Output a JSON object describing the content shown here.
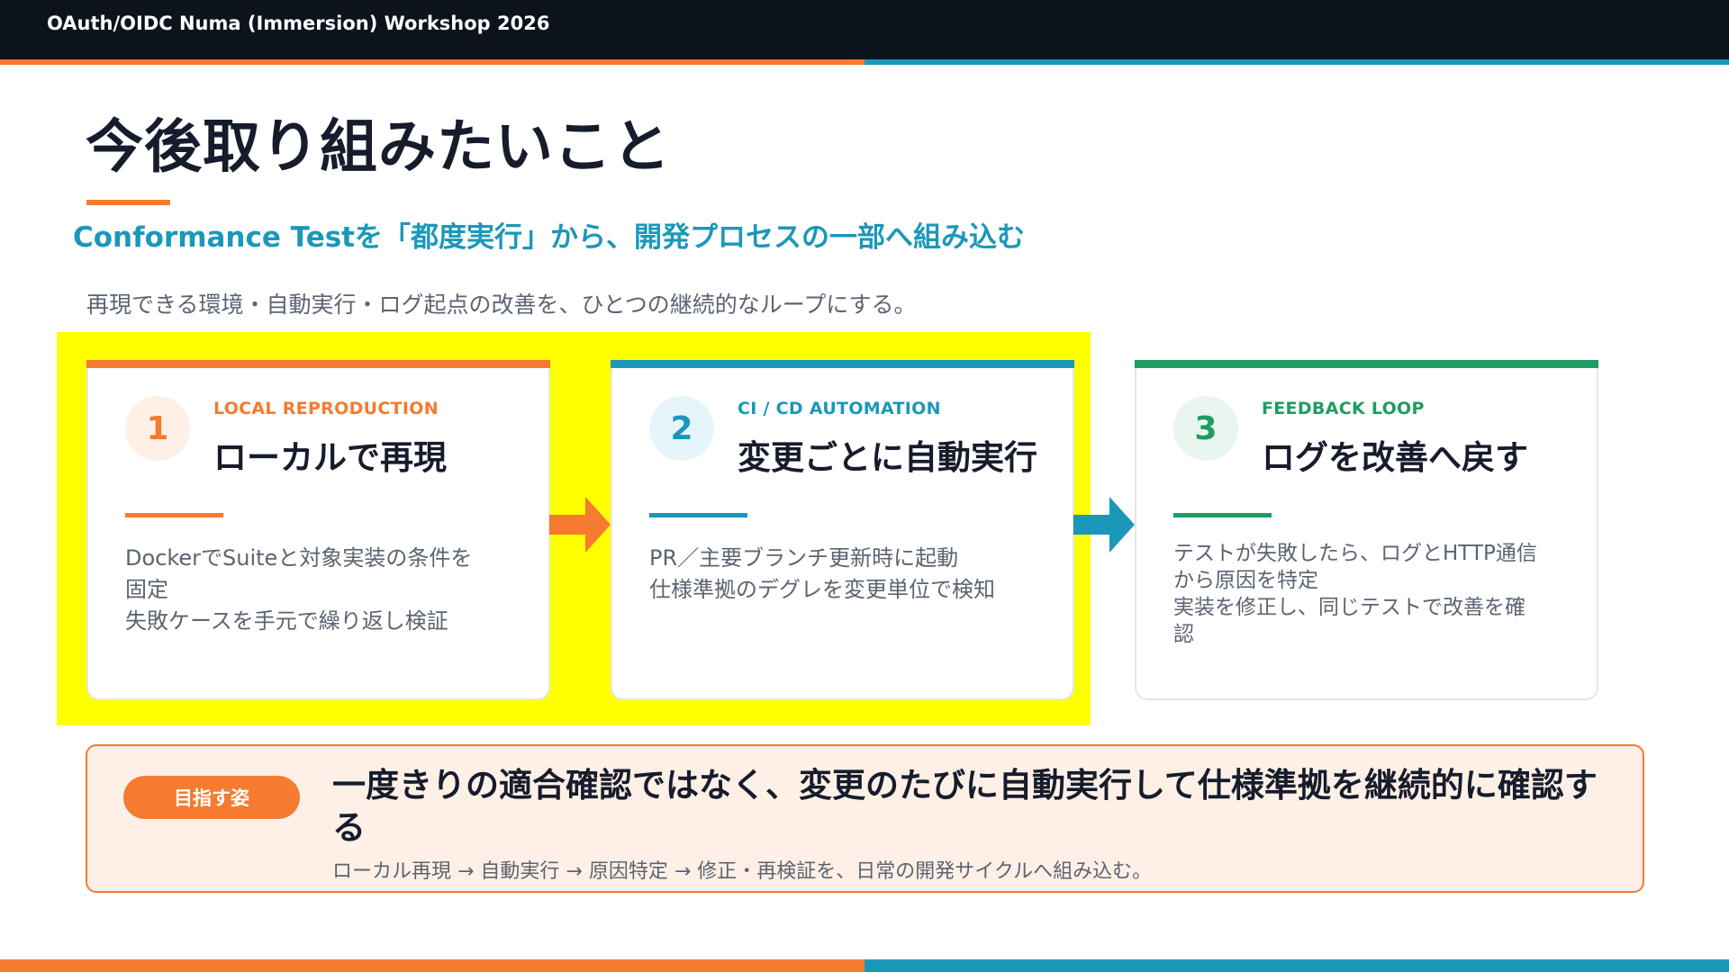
{
  "header": {
    "title": "OAuth/OIDC Numa (Immersion) Workshop 2026"
  },
  "colors": {
    "orange": "#f47b30",
    "blue": "#1b98b9",
    "green": "#1f9d61",
    "highlight": "#ffff00",
    "dark": "#0d131d"
  },
  "slide": {
    "title": "今後取り組みたいこと",
    "subtitle": "Conformance Testを「都度実行」から、開発プロセスの一部へ組み込む",
    "lead": "再現できる環境・自動実行・ログ起点の改善を、ひとつの継続的なループにする。"
  },
  "steps": [
    {
      "number": "1",
      "kicker": "LOCAL REPRODUCTION",
      "title": "ローカルで再現",
      "body_lines": [
        "DockerでSuiteと対象実装の条件を",
        "固定",
        "失敗ケースを手元で繰り返し検証"
      ]
    },
    {
      "number": "2",
      "kicker": "CI / CD AUTOMATION",
      "title": "変更ごとに自動実行",
      "body_lines": [
        "PR／主要ブランチ更新時に起動",
        "仕様準拠のデグレを変更単位で検知"
      ]
    },
    {
      "number": "3",
      "kicker": "FEEDBACK LOOP",
      "title": "ログを改善へ戻す",
      "body_lines": [
        "テストが失敗したら、ログとHTTP通信",
        "から原因を特定",
        "実装を修正し、同じテストで改善を確",
        "認"
      ]
    }
  ],
  "icons": {
    "flow_arrow": "right-arrow-icon"
  },
  "goal": {
    "badge": "目指す姿",
    "text": "一度きりの適合確認ではなく、変更のたびに自動実行して仕様準拠を継続的に確認する",
    "sub": "ローカル再現 → 自動実行 → 原因特定 → 修正・再検証を、日常の開発サイクルへ組み込む。"
  }
}
